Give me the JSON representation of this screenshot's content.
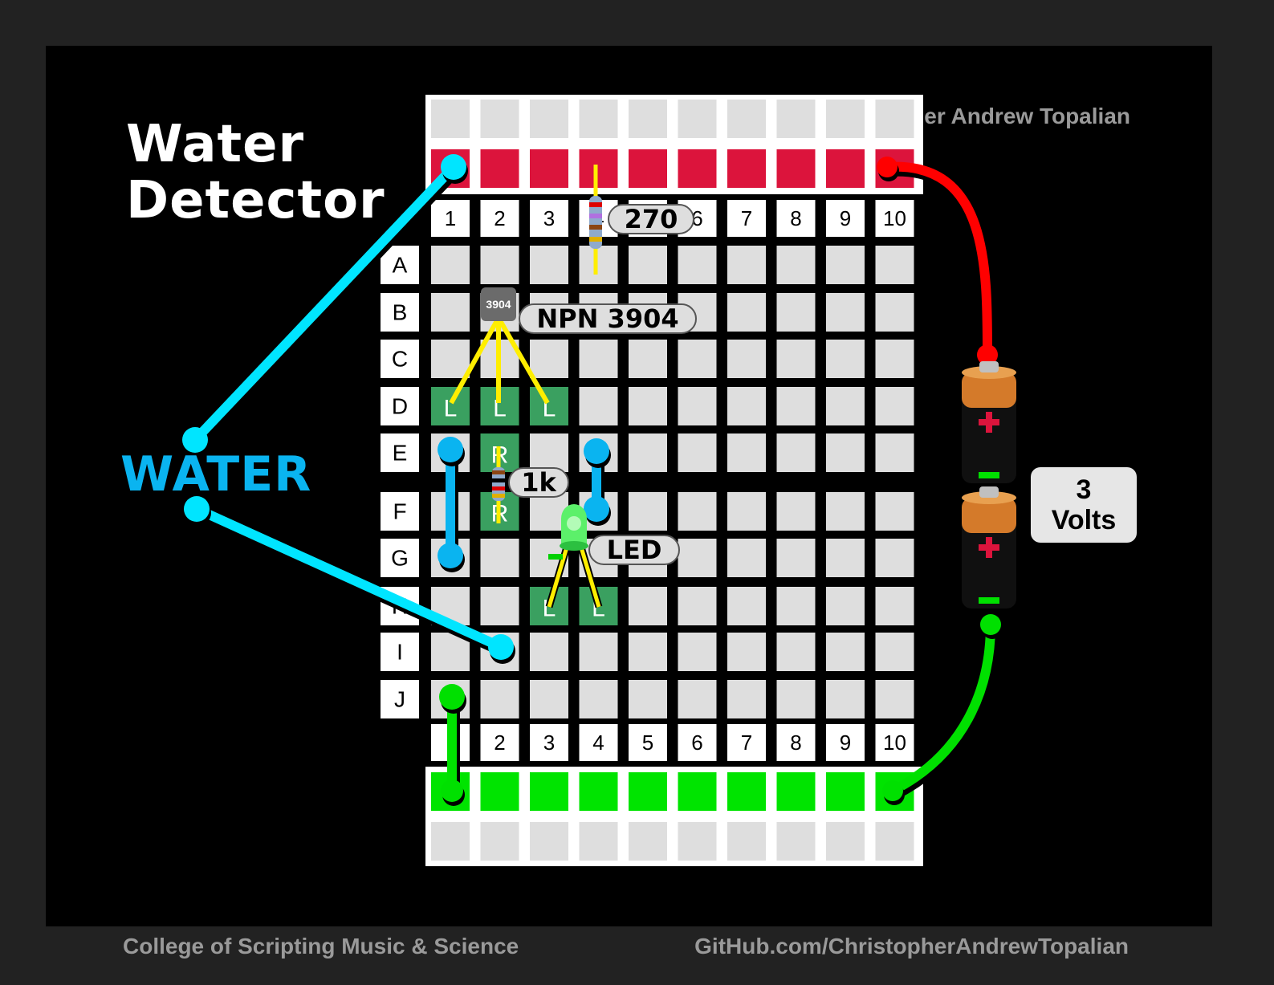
{
  "title_line1": "Water",
  "title_line2": "Detector",
  "author": "Christopher Andrew Topalian",
  "footer_left": "College of Scripting Music & Science",
  "footer_right": "GitHub.com/ChristopherAndrewTopalian",
  "water_label": "WATER",
  "battery_label_line1": "3",
  "battery_label_line2": "Volts",
  "breadboard": {
    "columns": [
      "1",
      "2",
      "3",
      "4",
      "5",
      "6",
      "7",
      "8",
      "9",
      "10"
    ],
    "rows": [
      "A",
      "B",
      "C",
      "D",
      "E",
      "F",
      "G",
      "H",
      "I",
      "J"
    ]
  },
  "components": {
    "resistor_top": "270",
    "transistor_chip": "3904",
    "transistor_label": "NPN 3904",
    "resistor_mid": "1k",
    "led_label": "LED",
    "leg_marker": "L",
    "resistor_marker": "R",
    "battery_plus": "+",
    "battery_minus": "−"
  },
  "colors": {
    "positive_rail": "#dc143c",
    "negative_rail": "#00e400",
    "water_wire": "#00e5ff",
    "red_wire": "#ff0000",
    "green_wire": "#00e000",
    "hole": "#dedede",
    "marked_hole": "#3aa060",
    "leg": "#ffee00"
  }
}
